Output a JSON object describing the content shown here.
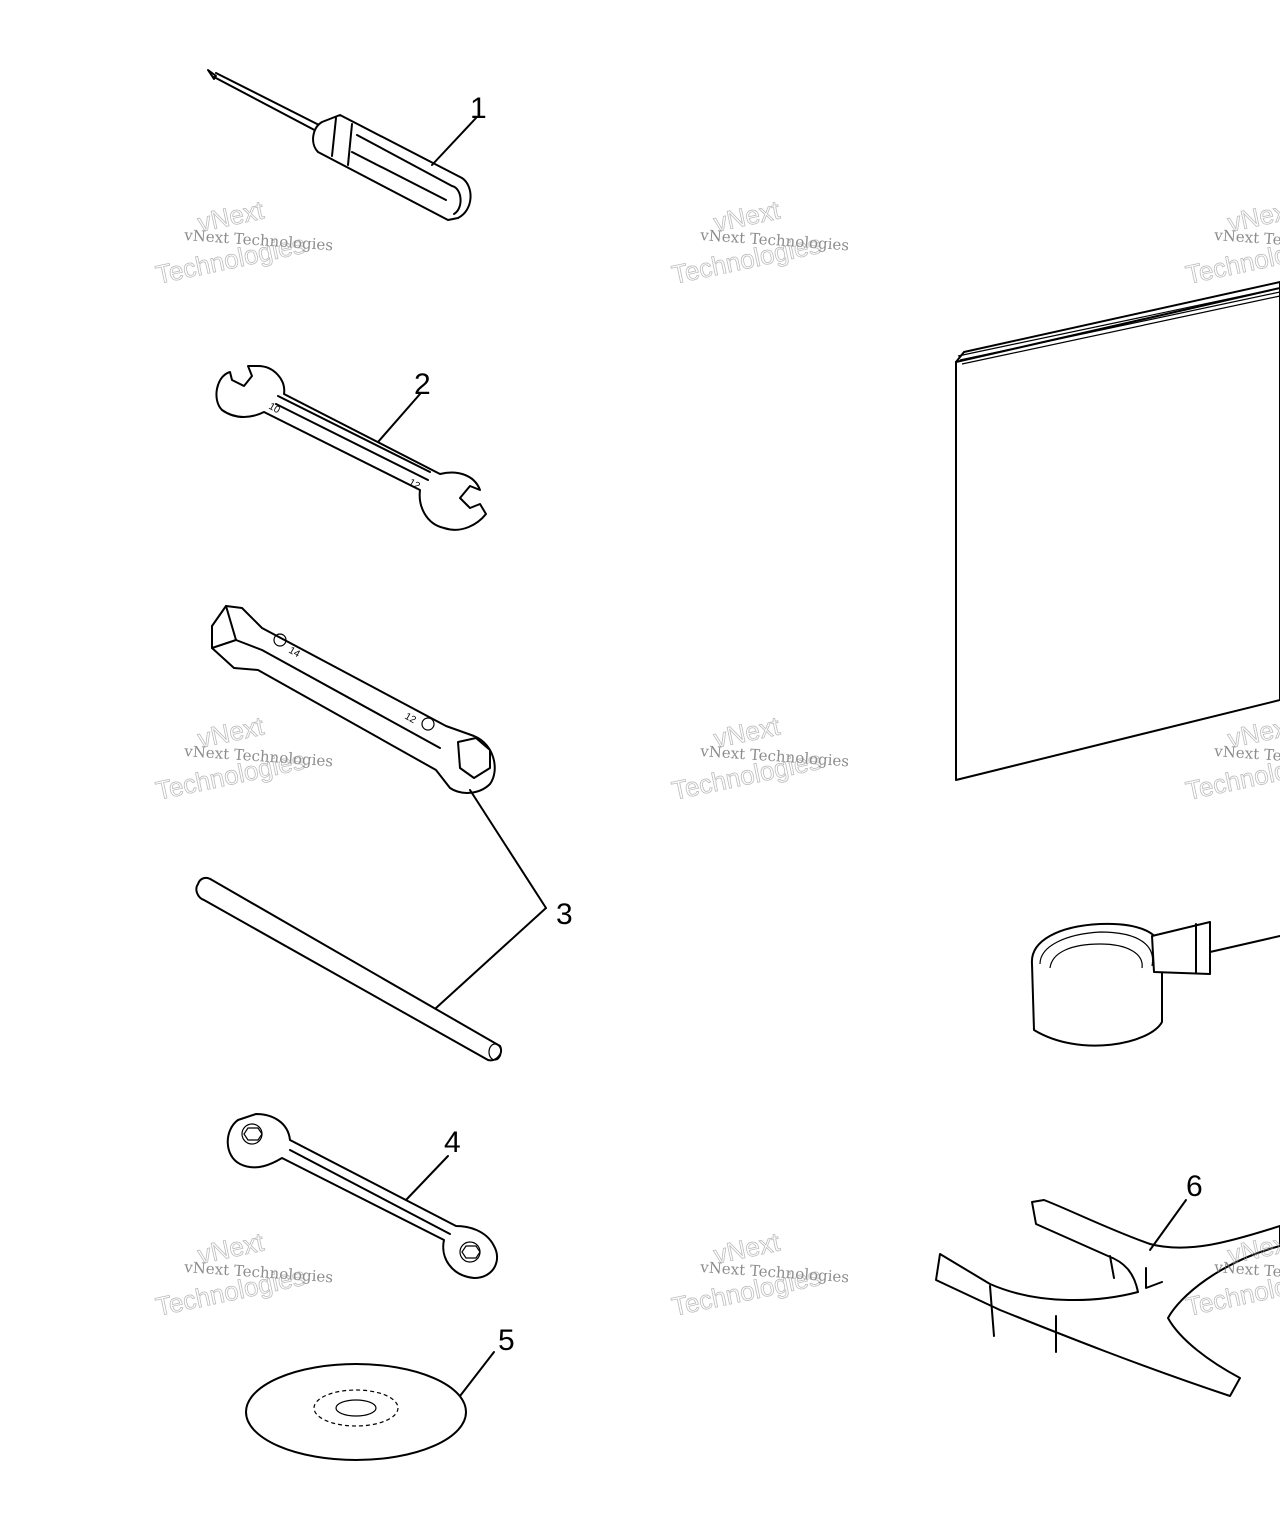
{
  "callouts": [
    "1",
    "2",
    "3",
    "4",
    "5",
    "6"
  ],
  "tool_markings": {
    "open_wrench_small": "10",
    "open_wrench_large": "12",
    "socket_end_a": "14",
    "socket_end_b": "12"
  },
  "watermark": {
    "line_a": "vNext Technologies",
    "line_b": "vNext",
    "line_c": "Technologies"
  }
}
